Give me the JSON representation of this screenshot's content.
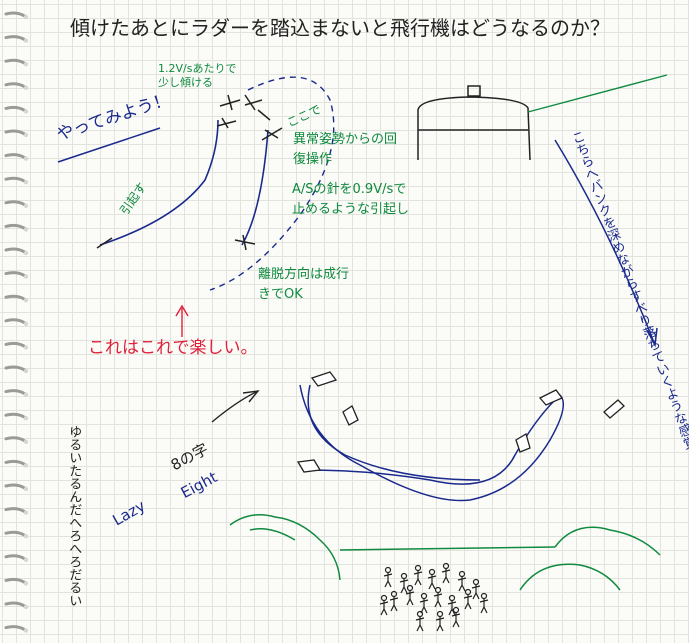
{
  "title": "傾けたあとにラダーを踏込まないと飛行機はどうなるのか？",
  "notes": {
    "try_it": "やってみよう！",
    "bank_label": "1.2V/sあたりで少し傾ける",
    "pull_up": "引起す",
    "here": "ここで",
    "recovery": "異常姿勢からの回復操作",
    "as_text": "A/Sの針を0.9V/sで止めるような引起し",
    "departure": "離脱方向は成行きでOK",
    "fun": "これはこれで楽しい。",
    "bank_slip": "こちらへバンクを深めながらすべり落ちていくような感覚",
    "lazy_words": "ゆるいたるんだへろへろだるい",
    "lazy": "Lazy",
    "eight_jp": "8の字",
    "eight_en": "Eight"
  },
  "colors": {
    "ink_black": "#222222",
    "ink_green": "#0f8a3e",
    "ink_blue": "#1a2a8c",
    "ink_red": "#e0203a"
  }
}
